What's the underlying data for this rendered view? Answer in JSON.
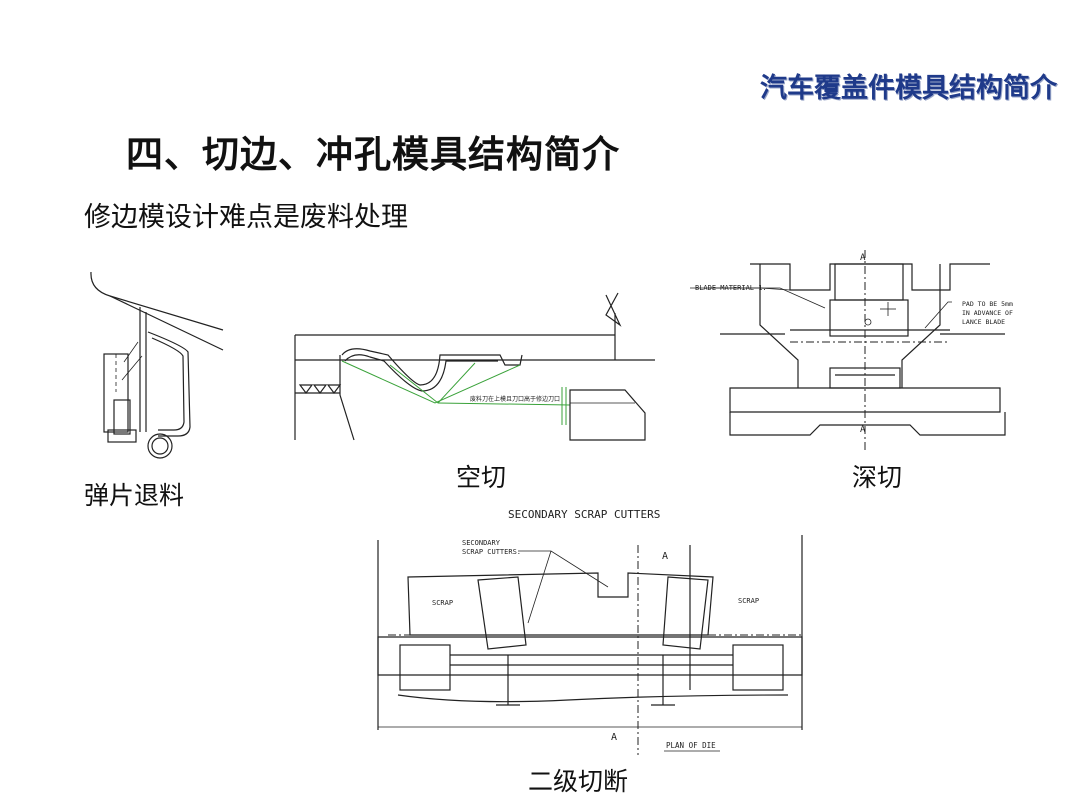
{
  "header": {
    "title": "汽车覆盖件模具结构简介"
  },
  "section": {
    "title": "四、切边、冲孔模具结构简介",
    "subtitle": "修边模设计难点是废料处理"
  },
  "figures": {
    "spring_strip": {
      "caption": "弹片退料"
    },
    "air_cut": {
      "caption": "空切",
      "note": "废料刀在上模且刀口高于修边刀口"
    },
    "deep_cut": {
      "caption": "深切",
      "label_a": "A",
      "blade_material": "BLADE MATERIAL 1.",
      "pad_note_1": "PAD TO BE 5mm",
      "pad_note_2": "IN ADVANCE OF",
      "pad_note_3": "LANCE BLADE"
    },
    "secondary": {
      "caption": "二级切断",
      "heading": "SECONDARY SCRAP CUTTERS",
      "callout_1": "SECONDARY",
      "callout_2": "SCRAP CUTTERS.",
      "scrap_label": "SCRAP",
      "label_a": "A",
      "plan_label": "PLAN OF DIE"
    }
  }
}
